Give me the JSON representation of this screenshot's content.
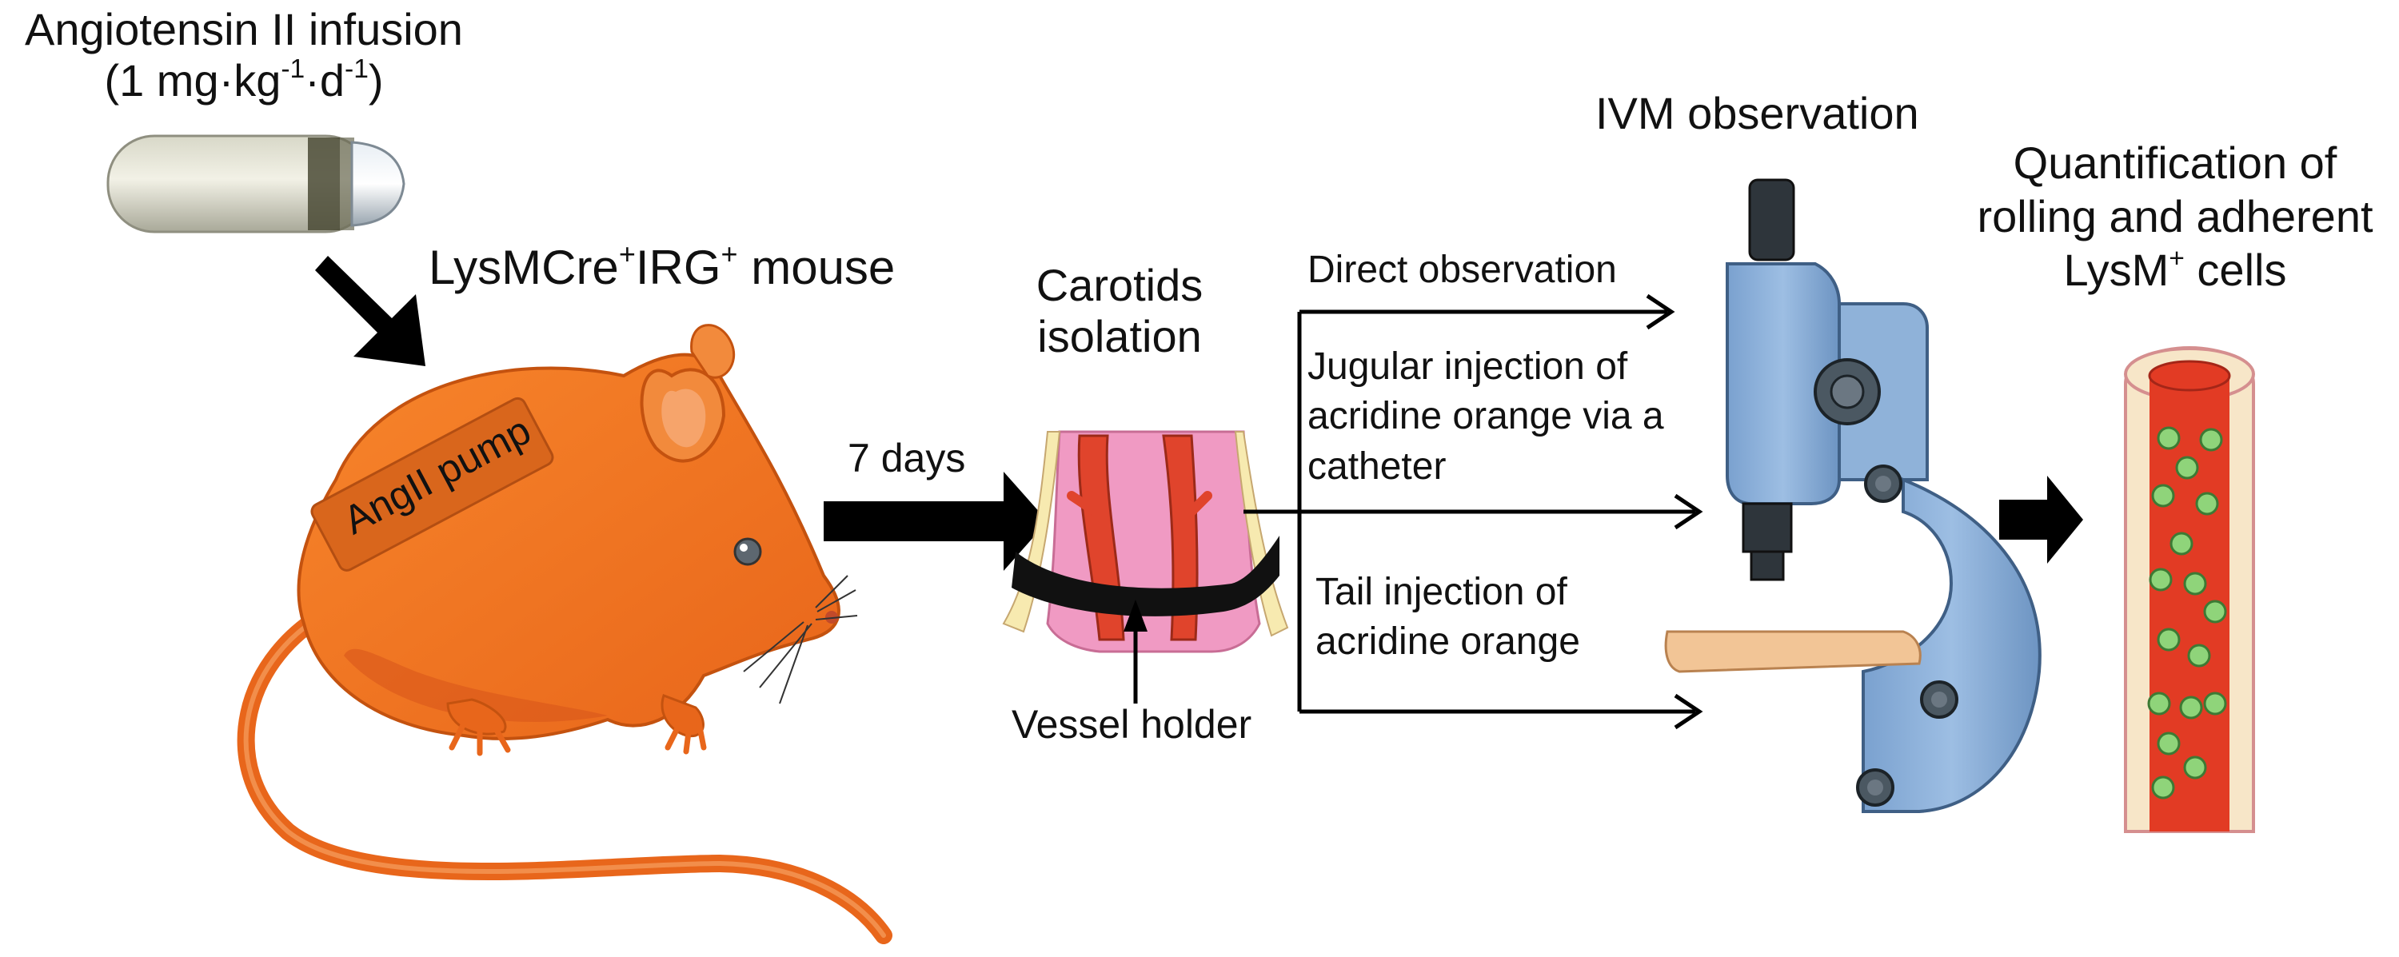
{
  "capsule_label": {
    "line1": "Angiotensin II infusion",
    "line2_pre": "(1 mg·kg",
    "sup1": "-1",
    "line2_mid": "·d",
    "sup2": "-1",
    "line2_post": ")"
  },
  "mouse_label": {
    "pre": "LysMCre",
    "sup1": "+",
    "mid": "IRG",
    "sup2": "+",
    "post": " mouse"
  },
  "pump_label": "AngII pump",
  "days_label": "7 days",
  "carotids_label": {
    "line1": "Carotids",
    "line2": "isolation"
  },
  "vessel_holder_label": "Vessel holder",
  "branches": {
    "direct": "Direct observation",
    "jugular": [
      "Jugular injection of",
      "acridine orange via a",
      "catheter"
    ],
    "tail": [
      "Tail injection of",
      "acridine orange"
    ]
  },
  "ivm_label": "IVM observation",
  "quant_label": {
    "line1": "Quantification of",
    "line2": "rolling and adherent",
    "line3_pre": "LysM",
    "sup": "+",
    "line3_post": " cells"
  },
  "colors": {
    "mouse": "#f57a21",
    "mouse_dark": "#d85a14",
    "pump": "#d9661c",
    "tissue": "#f09ac3",
    "artery": "#e0442c",
    "microscope": "#8fb2d9",
    "stage_plate": "#f2c596",
    "vessel_blood": "#e23b24",
    "cell": "#8fd47a",
    "arrow": "#000000"
  }
}
